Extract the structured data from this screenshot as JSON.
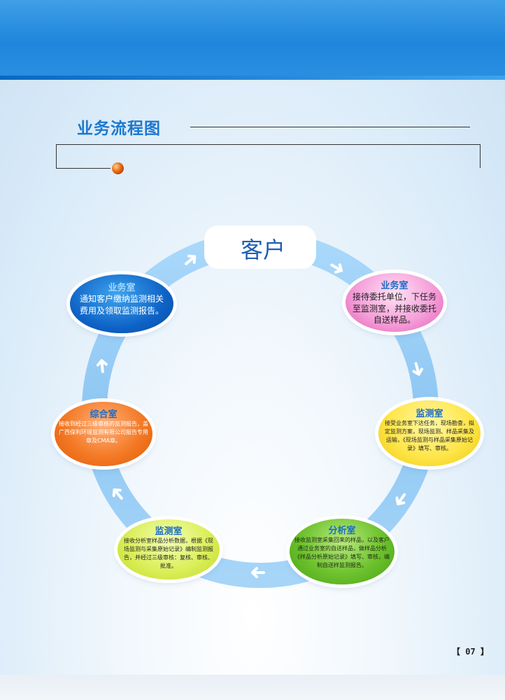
{
  "section_title": "业务流程图",
  "center_label": "客户",
  "nodes": [
    {
      "title": "业务室",
      "text": "接待委托单位，下任务至监测室，并接收委托自送样品。",
      "color": "#f59fd9"
    },
    {
      "title": "监测室",
      "text": "接受业务室下达任务，现场勘查，拟定监测方案，现场监测、样品采集及运输，《现场监测与样品采集原始记录》填写、审核。",
      "color": "#ffe64a"
    },
    {
      "title": "分析室",
      "text": "接收监测室采集回来的样品，以及客户通过业务室的自送样品，做样品分析《样品分析原始记录》填写、审核，编制自送样监测报告。",
      "color": "#6cc12d"
    },
    {
      "title": "监测室",
      "text": "接收分析室样品分析数据，根据《现场监测与采集原始记录》编制监测报告，并经过三级审核：复核、审核、批准。",
      "color": "#dbef5a"
    },
    {
      "title": "综合室",
      "text": "接收到经过三级审核的监测报告，盖广西保利环境监测有限公司报告专用章及CMA章。",
      "color": "#f47a26"
    },
    {
      "title": "业务室",
      "text": "通知客户缴纳监测相关费用及领取监测报告。",
      "color": "#0e63c7"
    }
  ],
  "page_number": "【 07 】",
  "colors": {
    "accent": "#1d78cf",
    "ring": "#9fd0f5"
  },
  "icons": [
    "flow-arrow-icon"
  ]
}
